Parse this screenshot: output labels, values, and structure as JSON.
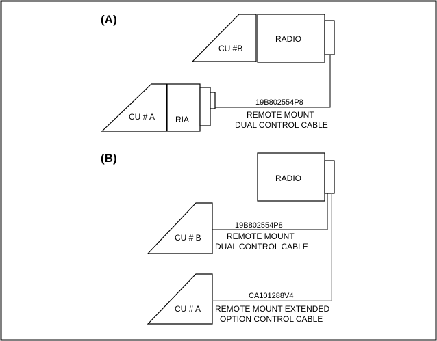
{
  "diagram_a": {
    "label": "(A)",
    "control_unit_b": "CU #B",
    "radio": "RADIO",
    "control_unit_a": "CU # A",
    "ria": "RIA",
    "cable_part_number": "19B802554P8",
    "cable_label_line1": "REMOTE MOUNT",
    "cable_label_line2": "DUAL CONTROL CABLE"
  },
  "diagram_b": {
    "label": "(B)",
    "radio": "RADIO",
    "control_unit_b": "CU # B",
    "control_unit_a": "CU # A",
    "dual_cable_part_number": "19B802554P8",
    "dual_cable_line1": "REMOTE MOUNT",
    "dual_cable_line2": "DUAL CONTROL CABLE",
    "ext_cable_part_number": "CA101288V4",
    "ext_cable_line1": "REMOTE MOUNT EXTENDED",
    "ext_cable_line2": "OPTION CONTROL CABLE"
  }
}
